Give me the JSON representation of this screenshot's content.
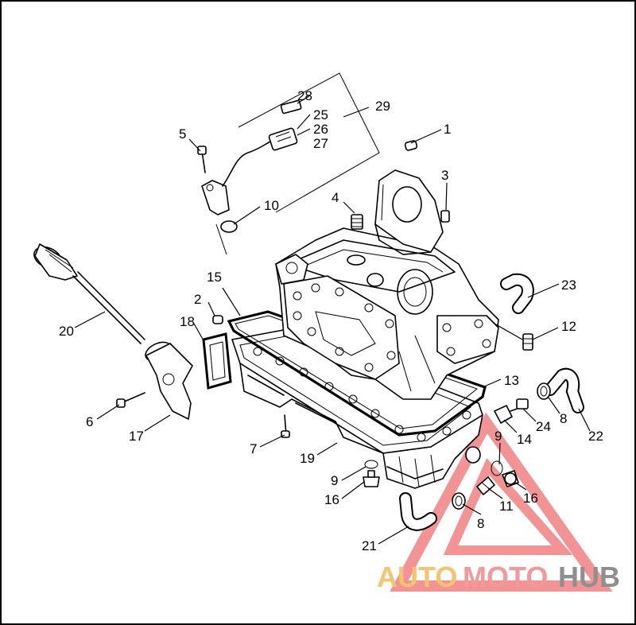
{
  "callouts": {
    "c1": "1",
    "c2": "2",
    "c3": "3",
    "c4": "4",
    "c5": "5",
    "c6": "6",
    "c7": "7",
    "c8a": "8",
    "c8b": "8",
    "c9a": "9",
    "c9b": "9",
    "c10": "10",
    "c11": "11",
    "c12": "12",
    "c13": "13",
    "c14": "14",
    "c15": "15",
    "c16a": "16",
    "c16b": "16",
    "c17": "17",
    "c18": "18",
    "c19": "19",
    "c20": "20",
    "c21": "21",
    "c22": "22",
    "c23": "23",
    "c24": "24",
    "c25": "25",
    "c26": "26",
    "c27": "27",
    "c28": "28",
    "c29": "29"
  },
  "watermark": {
    "part1": "AUTO",
    "part2": "MOTO",
    "part3": "HUB",
    "color_auto": "#f5c470",
    "color_moto": "#f29a9a",
    "color_hub": "#8f8f8f",
    "color_triangle": "#ef6f6f"
  }
}
